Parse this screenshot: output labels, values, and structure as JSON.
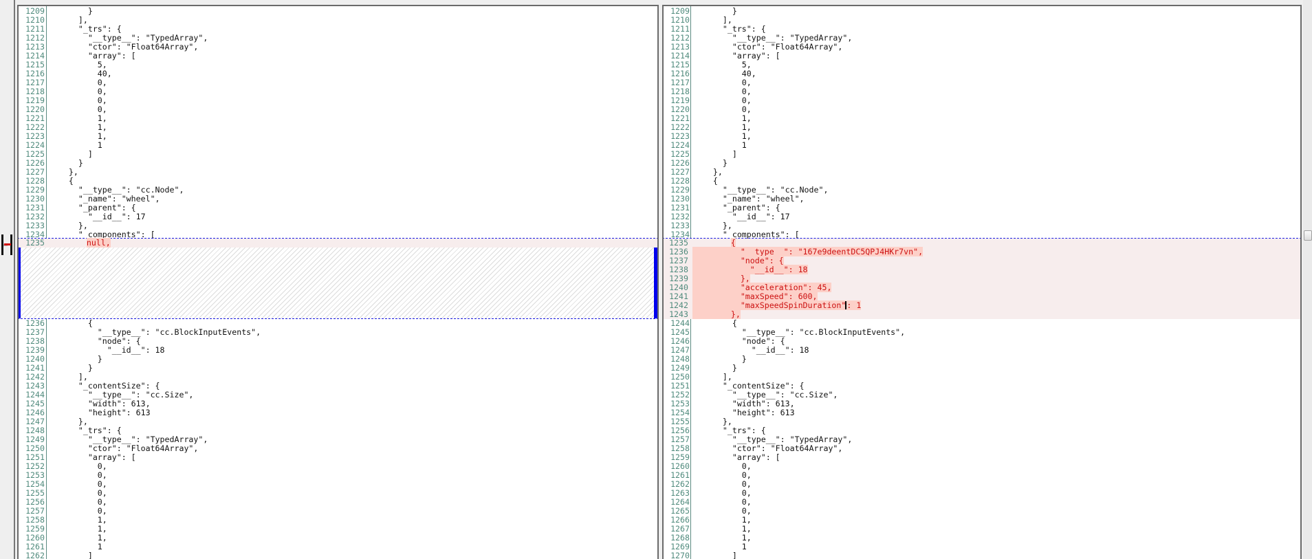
{
  "colors": {
    "line_number": "#4f8a7c",
    "diff_text": "#cc1010",
    "diff_highlight": "#fdd0c8",
    "diff_line_bg": "#f7eded",
    "diff_border": "#1a1ae0",
    "change_bar": "#0000ee"
  },
  "left": {
    "before": [
      {
        "n": "1209",
        "t": "        }"
      },
      {
        "n": "1210",
        "t": "      ],"
      },
      {
        "n": "1211",
        "t": "      \"_trs\": {"
      },
      {
        "n": "1212",
        "t": "        \"__type__\": \"TypedArray\","
      },
      {
        "n": "1213",
        "t": "        \"ctor\": \"Float64Array\","
      },
      {
        "n": "1214",
        "t": "        \"array\": ["
      },
      {
        "n": "1215",
        "t": "          5,"
      },
      {
        "n": "1216",
        "t": "          40,"
      },
      {
        "n": "1217",
        "t": "          0,"
      },
      {
        "n": "1218",
        "t": "          0,"
      },
      {
        "n": "1219",
        "t": "          0,"
      },
      {
        "n": "1220",
        "t": "          0,"
      },
      {
        "n": "1221",
        "t": "          1,"
      },
      {
        "n": "1222",
        "t": "          1,"
      },
      {
        "n": "1223",
        "t": "          1,"
      },
      {
        "n": "1224",
        "t": "          1"
      },
      {
        "n": "1225",
        "t": "        ]"
      },
      {
        "n": "1226",
        "t": "      }"
      },
      {
        "n": "1227",
        "t": "    },"
      },
      {
        "n": "1228",
        "t": "    {"
      },
      {
        "n": "1229",
        "t": "      \"__type__\": \"cc.Node\","
      },
      {
        "n": "1230",
        "t": "      \"_name\": \"wheel\","
      },
      {
        "n": "1231",
        "t": "      \"_parent\": {"
      },
      {
        "n": "1232",
        "t": "        \"__id__\": 17"
      },
      {
        "n": "1233",
        "t": "      },"
      },
      {
        "n": "1234",
        "t": "      \"_components\": ["
      }
    ],
    "diff": [
      {
        "n": "1235",
        "indent": "        ",
        "t": "null,"
      }
    ],
    "after": [
      {
        "n": "1236",
        "t": "        {"
      },
      {
        "n": "1237",
        "t": "          \"__type__\": \"cc.BlockInputEvents\","
      },
      {
        "n": "1238",
        "t": "          \"node\": {"
      },
      {
        "n": "1239",
        "t": "            \"__id__\": 18"
      },
      {
        "n": "1240",
        "t": "          }"
      },
      {
        "n": "1241",
        "t": "        }"
      },
      {
        "n": "1242",
        "t": "      ],"
      },
      {
        "n": "1243",
        "t": "      \"_contentSize\": {"
      },
      {
        "n": "1244",
        "t": "        \"__type__\": \"cc.Size\","
      },
      {
        "n": "1245",
        "t": "        \"width\": 613,"
      },
      {
        "n": "1246",
        "t": "        \"height\": 613"
      },
      {
        "n": "1247",
        "t": "      },"
      },
      {
        "n": "1248",
        "t": "      \"_trs\": {"
      },
      {
        "n": "1249",
        "t": "        \"__type__\": \"TypedArray\","
      },
      {
        "n": "1250",
        "t": "        \"ctor\": \"Float64Array\","
      },
      {
        "n": "1251",
        "t": "        \"array\": ["
      },
      {
        "n": "1252",
        "t": "          0,"
      },
      {
        "n": "1253",
        "t": "          0,"
      },
      {
        "n": "1254",
        "t": "          0,"
      },
      {
        "n": "1255",
        "t": "          0,"
      },
      {
        "n": "1256",
        "t": "          0,"
      },
      {
        "n": "1257",
        "t": "          0,"
      },
      {
        "n": "1258",
        "t": "          1,"
      },
      {
        "n": "1259",
        "t": "          1,"
      },
      {
        "n": "1260",
        "t": "          1,"
      },
      {
        "n": "1261",
        "t": "          1"
      },
      {
        "n": "1262",
        "t": "        ]"
      }
    ]
  },
  "right": {
    "before": [
      {
        "n": "1209",
        "t": "        }"
      },
      {
        "n": "1210",
        "t": "      ],"
      },
      {
        "n": "1211",
        "t": "      \"_trs\": {"
      },
      {
        "n": "1212",
        "t": "        \"__type__\": \"TypedArray\","
      },
      {
        "n": "1213",
        "t": "        \"ctor\": \"Float64Array\","
      },
      {
        "n": "1214",
        "t": "        \"array\": ["
      },
      {
        "n": "1215",
        "t": "          5,"
      },
      {
        "n": "1216",
        "t": "          40,"
      },
      {
        "n": "1217",
        "t": "          0,"
      },
      {
        "n": "1218",
        "t": "          0,"
      },
      {
        "n": "1219",
        "t": "          0,"
      },
      {
        "n": "1220",
        "t": "          0,"
      },
      {
        "n": "1221",
        "t": "          1,"
      },
      {
        "n": "1222",
        "t": "          1,"
      },
      {
        "n": "1223",
        "t": "          1,"
      },
      {
        "n": "1224",
        "t": "          1"
      },
      {
        "n": "1225",
        "t": "        ]"
      },
      {
        "n": "1226",
        "t": "      }"
      },
      {
        "n": "1227",
        "t": "    },"
      },
      {
        "n": "1228",
        "t": "    {"
      },
      {
        "n": "1229",
        "t": "      \"__type__\": \"cc.Node\","
      },
      {
        "n": "1230",
        "t": "      \"_name\": \"wheel\","
      },
      {
        "n": "1231",
        "t": "      \"_parent\": {"
      },
      {
        "n": "1232",
        "t": "        \"__id__\": 17"
      },
      {
        "n": "1233",
        "t": "      },"
      },
      {
        "n": "1234",
        "t": "      \"_components\": ["
      }
    ],
    "diff": [
      {
        "n": "1235",
        "indent": "        ",
        "t": "{"
      },
      {
        "n": "1236",
        "indent": "          ",
        "t": "\"__type__\": \"167e9deentDC5QPJ4HKr7vn\","
      },
      {
        "n": "1237",
        "indent": "          ",
        "t": "\"node\": {"
      },
      {
        "n": "1238",
        "indent": "            ",
        "t": "\"__id__\": 18"
      },
      {
        "n": "1239",
        "indent": "          ",
        "t": "},"
      },
      {
        "n": "1240",
        "indent": "          ",
        "t": "\"acceleration\": 45,"
      },
      {
        "n": "1241",
        "indent": "          ",
        "t": "\"maxSpeed\": 600,"
      },
      {
        "n": "1242",
        "indent": "          ",
        "t": "\"maxSpeedSpinDuration\"",
        "t2": ": 1"
      },
      {
        "n": "1243",
        "indent": "        ",
        "t": "},"
      }
    ],
    "after": [
      {
        "n": "1244",
        "t": "        {"
      },
      {
        "n": "1245",
        "t": "          \"__type__\": \"cc.BlockInputEvents\","
      },
      {
        "n": "1246",
        "t": "          \"node\": {"
      },
      {
        "n": "1247",
        "t": "            \"__id__\": 18"
      },
      {
        "n": "1248",
        "t": "          }"
      },
      {
        "n": "1249",
        "t": "        }"
      },
      {
        "n": "1250",
        "t": "      ],"
      },
      {
        "n": "1251",
        "t": "      \"_contentSize\": {"
      },
      {
        "n": "1252",
        "t": "        \"__type__\": \"cc.Size\","
      },
      {
        "n": "1253",
        "t": "        \"width\": 613,"
      },
      {
        "n": "1254",
        "t": "        \"height\": 613"
      },
      {
        "n": "1255",
        "t": "      },"
      },
      {
        "n": "1256",
        "t": "      \"_trs\": {"
      },
      {
        "n": "1257",
        "t": "        \"__type__\": \"TypedArray\","
      },
      {
        "n": "1258",
        "t": "        \"ctor\": \"Float64Array\","
      },
      {
        "n": "1259",
        "t": "        \"array\": ["
      },
      {
        "n": "1260",
        "t": "          0,"
      },
      {
        "n": "1261",
        "t": "          0,"
      },
      {
        "n": "1262",
        "t": "          0,"
      },
      {
        "n": "1263",
        "t": "          0,"
      },
      {
        "n": "1264",
        "t": "          0,"
      },
      {
        "n": "1265",
        "t": "          0,"
      },
      {
        "n": "1266",
        "t": "          1,"
      },
      {
        "n": "1267",
        "t": "          1,"
      },
      {
        "n": "1268",
        "t": "          1,"
      },
      {
        "n": "1269",
        "t": "          1"
      },
      {
        "n": "1270",
        "t": "        ]"
      }
    ]
  }
}
